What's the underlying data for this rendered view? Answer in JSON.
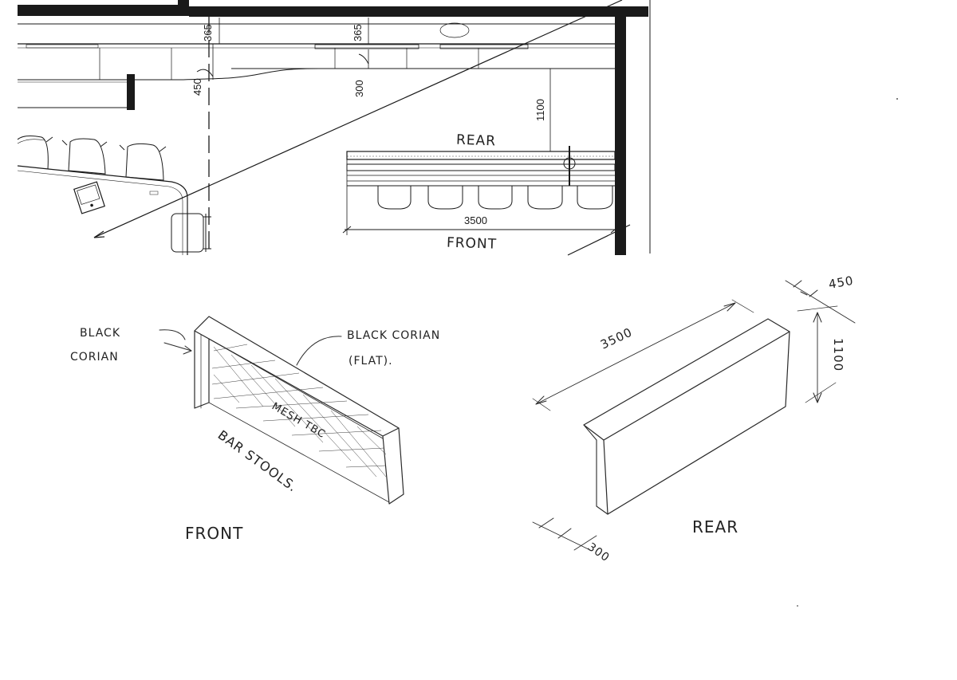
{
  "plan": {
    "dim_365_left": "365",
    "dim_365_right": "365",
    "dim_450": "450",
    "dim_300": "300",
    "dim_1100": "1100",
    "dim_3500": "3500",
    "label_rear": "REAR",
    "label_front": "FRONT"
  },
  "sketch_front": {
    "label_black_corian_side": "BLACK CORIAN",
    "label_black_corian_top_1": "BLACK CORIAN",
    "label_black_corian_top_2": "(FLAT).",
    "label_mesh": "MESH TBC",
    "label_bar_stools": "BAR STOOLS.",
    "caption": "FRONT"
  },
  "sketch_rear": {
    "dim_length": "3500",
    "dim_depth": "450",
    "dim_height": "1100",
    "dim_thickness": "300",
    "caption": "REAR"
  }
}
